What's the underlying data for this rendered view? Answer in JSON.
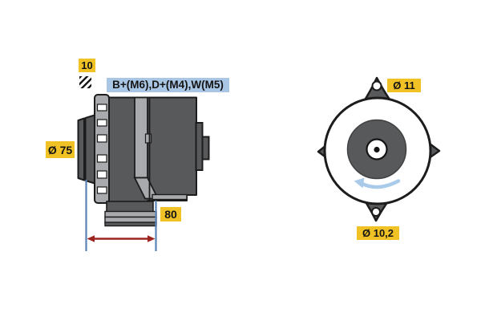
{
  "drawing_title": "alternator-technical-drawing",
  "colors": {
    "label_yellow": "#f0c225",
    "label_blue": "#a9c6e4",
    "body_dark_gray": "#58595b",
    "body_light_gray": "#a8aaad",
    "outline_black": "#1c1c1c",
    "dimension_line_blue": "#5b83b3",
    "dimension_arrow_red": "#9e2420",
    "rotation_arrow_blue": "#a9cbe9"
  },
  "side_view": {
    "belt_width_label": "10",
    "belt_hatch_icon": "diagonal-hatch-square",
    "terminal_spec_label": "B+(M6),D+(M4),W(M5)",
    "pulley_diameter_label": "Ø 75",
    "mounting_length_label": "80"
  },
  "front_view": {
    "top_hole_diameter_label": "Ø 11",
    "bottom_hole_diameter_label": "Ø 10,2",
    "rotation_icon": "rotation-direction-arrow"
  }
}
